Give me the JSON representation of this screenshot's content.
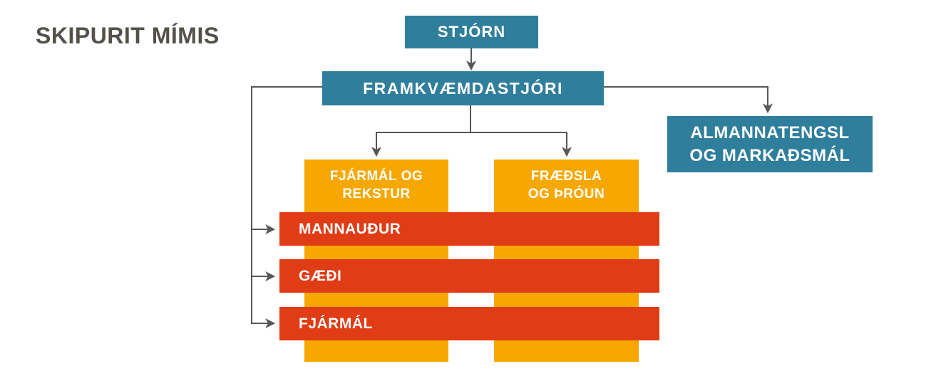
{
  "title": "SKIPURIT MÍMIS",
  "colors": {
    "teal": "#2F7E9C",
    "yellow": "#F7A800",
    "red": "#E03C15",
    "line": "#575756",
    "title": "#53514A",
    "white": "#FFFFFF"
  },
  "org": {
    "board": {
      "label": "STJÓRN"
    },
    "ceo": {
      "label": "FRAMKVÆMDASTJÓRI"
    },
    "pr": {
      "line1": "ALMANNATENGSL",
      "line2": "OG MARKAÐSMÁL"
    },
    "departments": [
      {
        "line1": "FJÁRMÁL OG",
        "line2": "REKSTUR"
      },
      {
        "line1": "FRÆÐSLA",
        "line2": "OG ÞRÓUN"
      }
    ],
    "cross_units": [
      {
        "label": "MANNAUÐUR"
      },
      {
        "label": "GÆÐI"
      },
      {
        "label": "FJÁRMÁL"
      }
    ]
  }
}
